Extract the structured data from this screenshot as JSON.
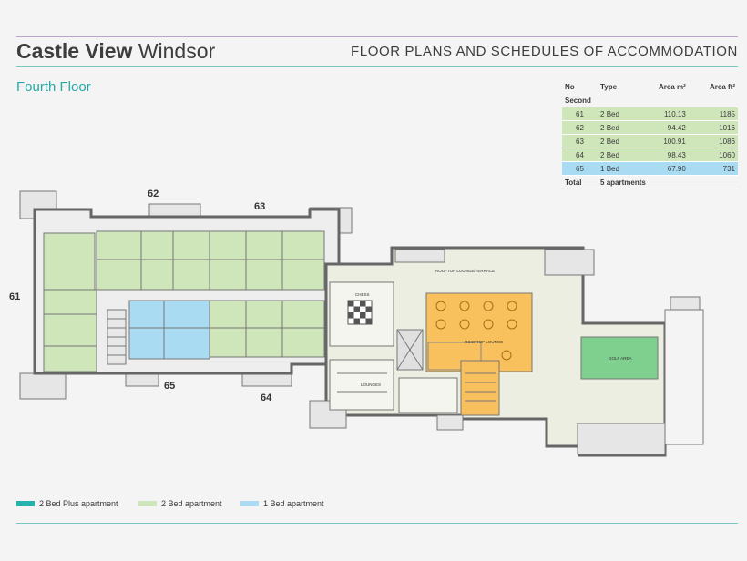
{
  "brand": {
    "bold": "Castle View",
    "light": "Windsor"
  },
  "heading": "FLOOR PLANS AND SCHEDULES OF ACCOMMODATION",
  "floor_title": "Fourth Floor",
  "schedule": {
    "headers": [
      "No",
      "Type",
      "Area m²",
      "Area ft²"
    ],
    "section": "Second",
    "rows": [
      {
        "no": "61",
        "type": "2 Bed",
        "m2": "110.13",
        "ft2": "1185",
        "color": "green"
      },
      {
        "no": "62",
        "type": "2 Bed",
        "m2": "94.42",
        "ft2": "1016",
        "color": "green"
      },
      {
        "no": "63",
        "type": "2 Bed",
        "m2": "100.91",
        "ft2": "1086",
        "color": "green"
      },
      {
        "no": "64",
        "type": "2 Bed",
        "m2": "98.43",
        "ft2": "1060",
        "color": "green"
      },
      {
        "no": "65",
        "type": "1 Bed",
        "m2": "67.90",
        "ft2": "731",
        "color": "blue"
      }
    ],
    "total": {
      "label": "Total",
      "value": "5 apartments"
    }
  },
  "apartment_labels": {
    "a61": "61",
    "a62": "62",
    "a63": "63",
    "a64": "64",
    "a65": "65"
  },
  "room_labels": {
    "chess": "CHESS",
    "terrace": "ROOFTOP LOUNGE/TERRACE",
    "lounge": "ROOFTOP LOUNGE",
    "lounges": "LOUNGES",
    "golf": "GOLF AREA"
  },
  "legend": [
    {
      "label": "2 Bed Plus apartment",
      "color": "#26b3ad"
    },
    {
      "label": "2 Bed apartment",
      "color": "#cfe6bb"
    },
    {
      "label": "1 Bed apartment",
      "color": "#a9dcf3"
    }
  ],
  "colors": {
    "accent": "#2aa7a4",
    "two_bed": "#cfe6bb",
    "one_bed": "#a9dcf3",
    "amenity": "#f9c15e",
    "golf": "#7fcf8f"
  }
}
